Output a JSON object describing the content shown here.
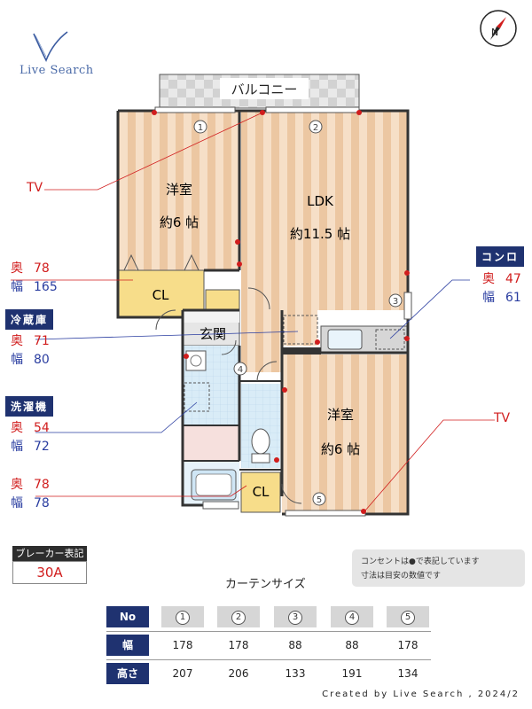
{
  "logo": {
    "text": "Live Search"
  },
  "compass": {
    "letter": "N"
  },
  "plan": {
    "balcony": "バルコニー",
    "rooms": {
      "western_top_name": "洋室",
      "western_top_size": "約6 帖",
      "ldk_name": "LDK",
      "ldk_size": "約11.5 帖",
      "western_bottom_name": "洋室",
      "western_bottom_size": "約6 帖",
      "entrance": "玄関",
      "closet_top": "CL",
      "closet_bottom": "CL"
    },
    "window_numbers": [
      "1",
      "2",
      "3",
      "4",
      "5"
    ]
  },
  "callouts": {
    "tv_left": "TV",
    "tv_right": "TV",
    "cl_dims": {
      "depth_label": "奥",
      "depth": "78",
      "width_label": "幅",
      "width": "165"
    },
    "fridge": {
      "title": "冷蔵庫",
      "depth_label": "奥",
      "depth": "71",
      "width_label": "幅",
      "width": "80"
    },
    "washer": {
      "title": "洗濯機",
      "depth_label": "奥",
      "depth": "54",
      "width_label": "幅",
      "width": "72"
    },
    "bath_dims": {
      "depth_label": "奥",
      "depth": "78",
      "width_label": "幅",
      "width": "78"
    },
    "stove": {
      "title": "コンロ",
      "depth_label": "奥",
      "depth": "47",
      "width_label": "幅",
      "width": "61"
    }
  },
  "breaker": {
    "title": "ブレーカー表記",
    "value": "30A"
  },
  "notes": {
    "line1": "コンセントは●で表記しています",
    "line2": "寸法は目安の数値です"
  },
  "curtain": {
    "title": "カーテンサイズ",
    "header_label": "No",
    "width_label": "幅",
    "height_label": "高さ",
    "numbers": [
      "1",
      "2",
      "3",
      "4",
      "5"
    ],
    "widths": [
      "178",
      "178",
      "88",
      "88",
      "178"
    ],
    "heights": [
      "207",
      "206",
      "133",
      "191",
      "134"
    ]
  },
  "footer": {
    "text": "Created by Live Search , 2024/2"
  }
}
